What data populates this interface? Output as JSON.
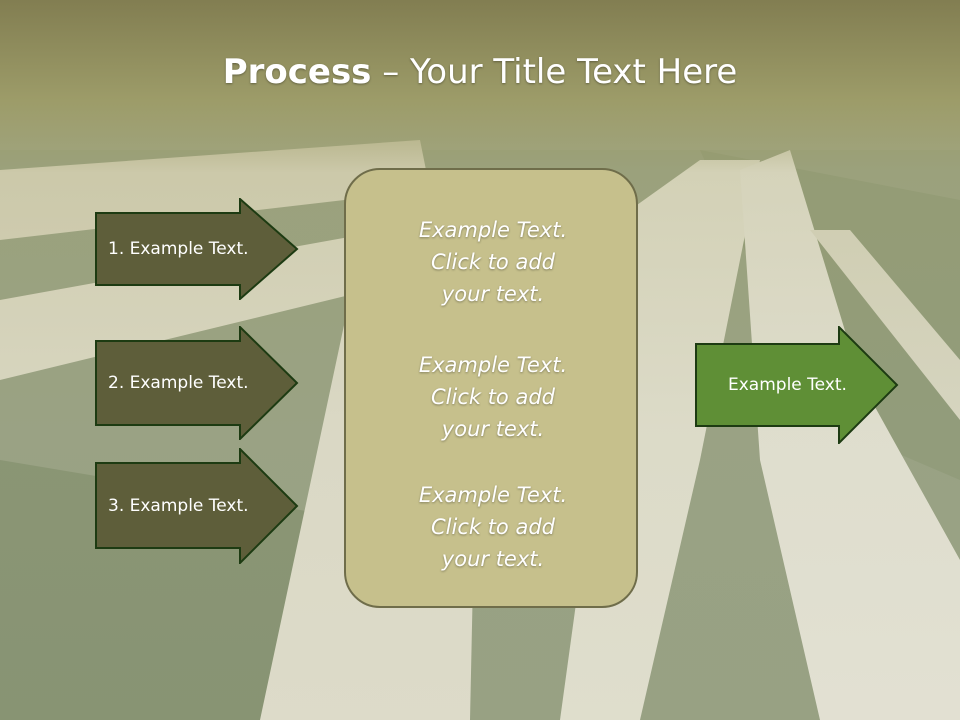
{
  "slide": {
    "title_bold": "Process",
    "title_rest": " – Your Title Text Here"
  },
  "left_arrows": [
    {
      "label": "1. Example Text."
    },
    {
      "label": "2. Example Text."
    },
    {
      "label": "3. Example Text."
    }
  ],
  "center_box": {
    "paragraphs": [
      {
        "line1": "Example Text.",
        "line2": "Click  to add",
        "line3": "your text."
      },
      {
        "line1": "Example Text.",
        "line2": "Click  to add",
        "line3": "your text."
      },
      {
        "line1": "Example Text.",
        "line2": "Click  to add",
        "line3": "your text."
      }
    ]
  },
  "right_arrow": {
    "label": "Example Text."
  },
  "colors": {
    "left_arrow_fill": "#5e5e3a",
    "right_arrow_fill": "#5f8f36",
    "center_box_fill": "#c6c08c",
    "outline": "#1d3b12"
  }
}
